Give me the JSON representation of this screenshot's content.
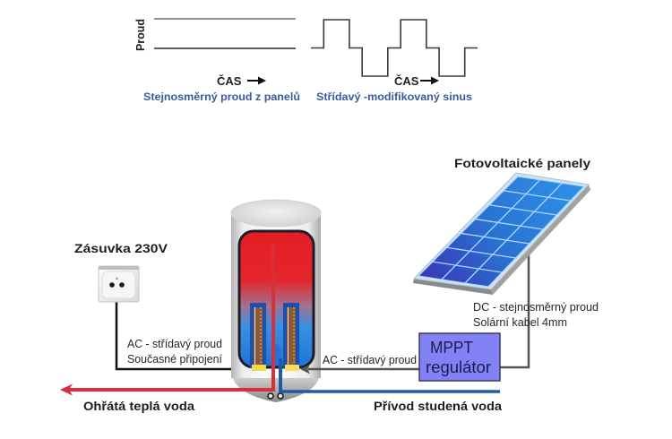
{
  "waveforms": {
    "y_axis_label": "Proud",
    "dc": {
      "time_label": "ČAS",
      "caption": "Stejnosměrný proud z panelů"
    },
    "ac": {
      "time_label": "ČAS",
      "caption": "Střídavý -modifikovaný sinus",
      "levels": [
        0,
        1,
        0,
        -1,
        0,
        1,
        0,
        -1,
        0
      ],
      "relative_durations": [
        1,
        2,
        1,
        2,
        1,
        2,
        1,
        2,
        1
      ]
    }
  },
  "socket": {
    "label": "Zásuvka 230V",
    "wire_label_line1": "AC - střídavý proud",
    "wire_label_line2": "Současné připojení"
  },
  "solar_panel": {
    "label": "Fotovoltaické panely",
    "cable_label_line1": "DC - stejnosměrný proud",
    "cable_label_line2": "Solární kabel 4mm",
    "grid": {
      "columns": 3,
      "rows": 7
    }
  },
  "mppt": {
    "label_line1": "MPPT",
    "label_line2": "regulátor",
    "output_label": "AC - střídavý proud"
  },
  "water": {
    "hot_label": "Ohřátá teplá voda",
    "cold_label": "Přívod studená voda"
  },
  "colors": {
    "caption_blue": "#3a5aa0",
    "hot_water": "#d8303a",
    "cold_water": "#1e5ca8",
    "mppt_fill": "#8282f5",
    "mppt_text": "#1a1a50",
    "ac_wire_socket": "#111111",
    "wire_gray": "#555555",
    "panel_grid": "#a8d8ff"
  }
}
